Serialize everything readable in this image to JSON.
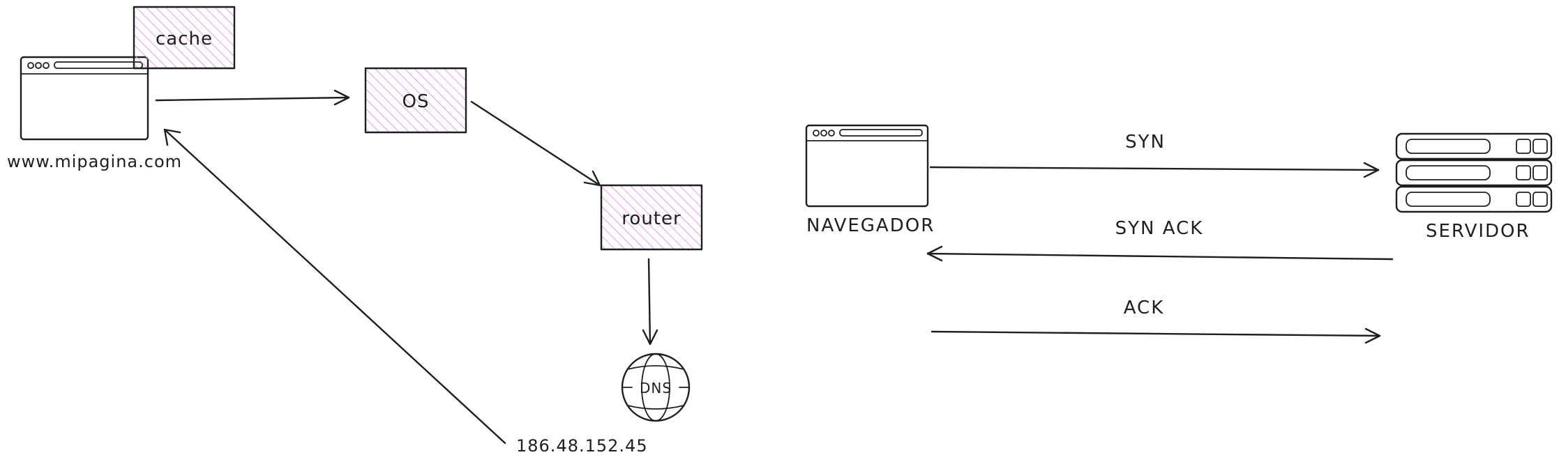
{
  "left_diagram": {
    "browser_url_label": "www.mipagina.com",
    "cache_label": "cache",
    "os_label": "OS",
    "router_label": "router",
    "dns_label": "DNS",
    "ip_label": "186.48.152.45"
  },
  "right_diagram": {
    "client_label": "NAVEGADOR",
    "server_label": "SERVIDOR",
    "syn_label": "SYN",
    "synack_label": "SYN ACK",
    "ack_label": "ACK"
  },
  "colors": {
    "stroke": "#1e1e1e",
    "box_fill_hatch": "#e599f7",
    "background": "#ffffff"
  }
}
